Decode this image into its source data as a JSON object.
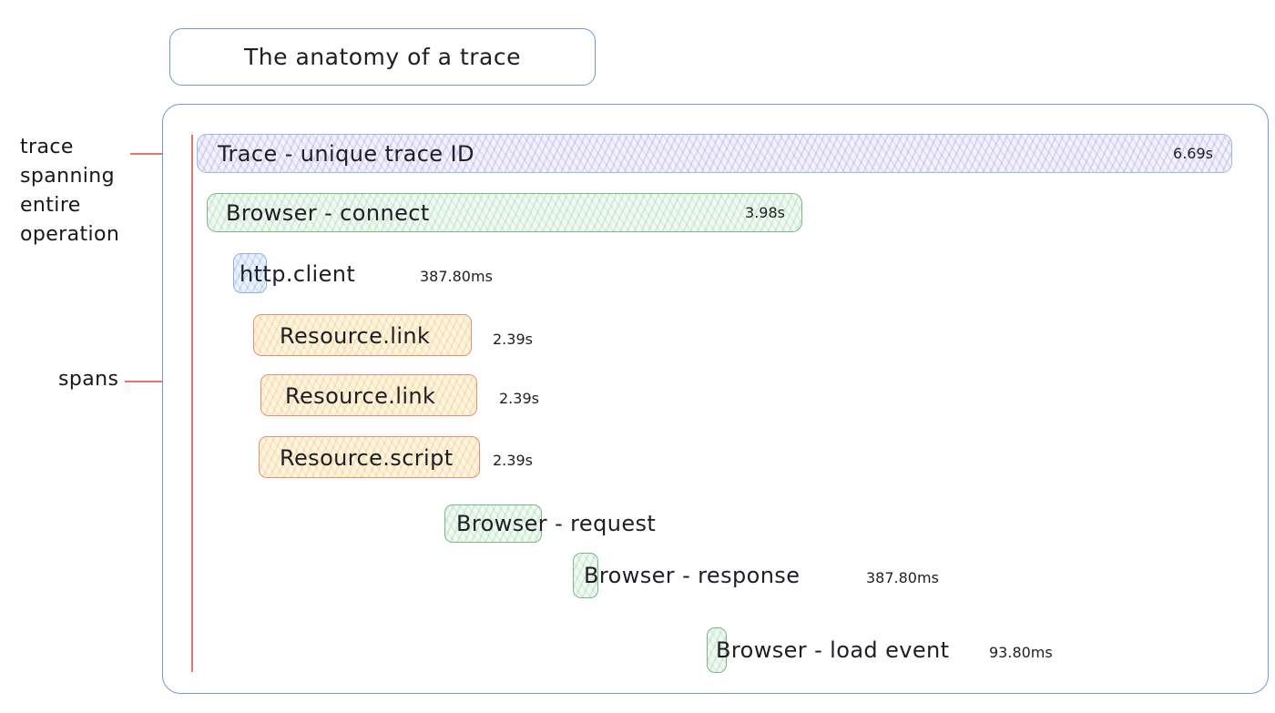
{
  "title": "The anatomy of a trace",
  "annotations": {
    "trace_label": "trace\nspanning\nentire\noperation",
    "spans_label": "spans"
  },
  "spans": [
    {
      "label": "Trace - unique trace ID",
      "duration": "6.69s",
      "color": "purple"
    },
    {
      "label": "Browser - connect",
      "duration": "3.98s",
      "color": "green"
    },
    {
      "label": "http.client",
      "duration": "387.80ms",
      "color": "blue"
    },
    {
      "label": "Resource.link",
      "duration": "2.39s",
      "color": "yellow"
    },
    {
      "label": "Resource.link",
      "duration": "2.39s",
      "color": "yellow"
    },
    {
      "label": "Resource.script",
      "duration": "2.39s",
      "color": "yellow"
    },
    {
      "label": "Browser - request",
      "duration": "",
      "color": "green"
    },
    {
      "label": "Browser - response",
      "duration": "387.80ms",
      "color": "green"
    },
    {
      "label": "Browser - load event",
      "duration": "93.80ms",
      "color": "green"
    }
  ],
  "colors": {
    "outline_blue": "#6c9bd2",
    "trace_border": "#96bbe4",
    "green_border": "#79b786",
    "salmon_border": "#e98b7d",
    "annotation_red": "#e57368",
    "text": "#1e1e24"
  }
}
